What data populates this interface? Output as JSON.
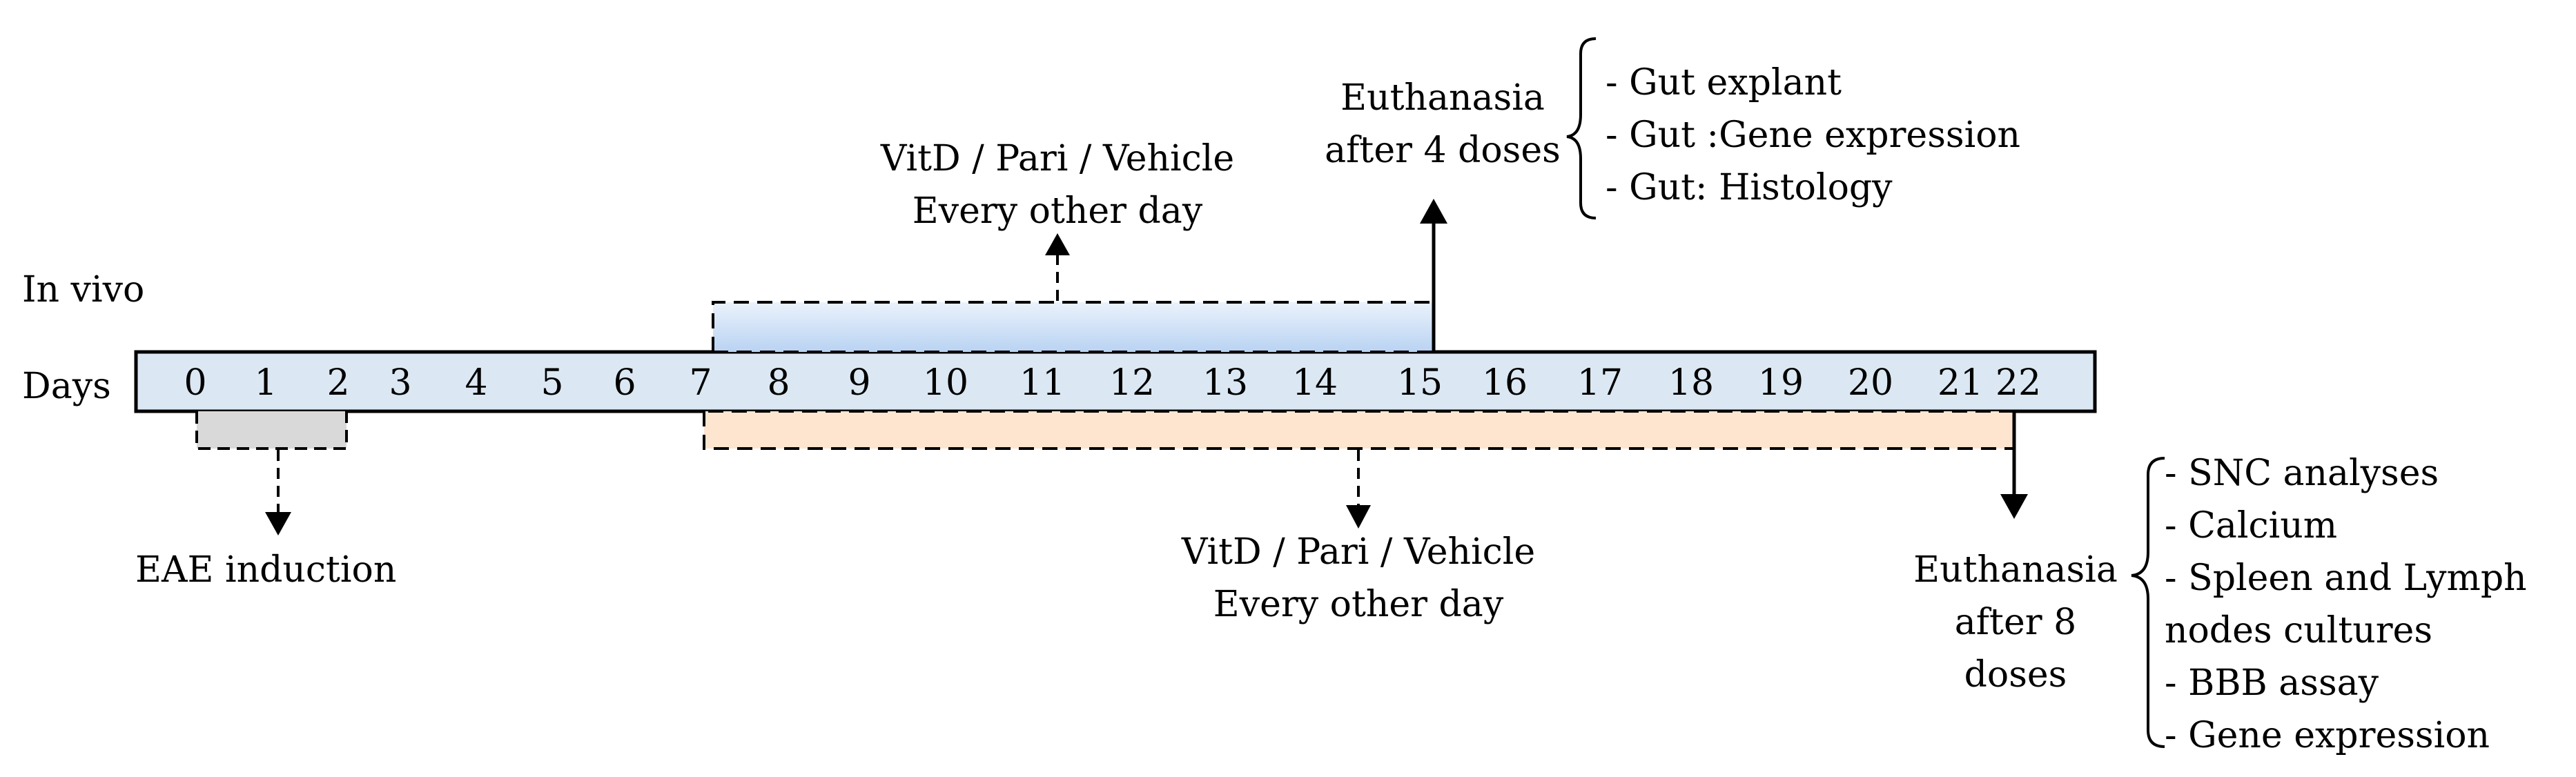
{
  "section_label": "In vivo",
  "axis_label": "Days",
  "days": [
    "0",
    "1",
    "2",
    "3",
    "4",
    "5",
    "6",
    "7",
    "8",
    "9",
    "10",
    "11",
    "12",
    "13",
    "14",
    "15",
    "16",
    "17",
    "18",
    "19",
    "20",
    "21",
    "22"
  ],
  "eae": {
    "label": "EAE induction"
  },
  "treatment_top": {
    "line1": "VitD / Pari / Vehicle",
    "line2": "Every other day"
  },
  "treatment_bottom": {
    "line1": "VitD / Pari / Vehicle",
    "line2": "Every other day"
  },
  "euthanasia_early": {
    "line1": "Euthanasia",
    "line2": "after 4 doses",
    "analyses": [
      "- Gut explant",
      "- Gut :Gene expression",
      "- Gut: Histology"
    ]
  },
  "euthanasia_late": {
    "line1": "Euthanasia",
    "line2": "after 8",
    "line3": "doses",
    "analyses": [
      "- SNC analyses",
      "- Calcium",
      "- Spleen and Lymph",
      "nodes cultures",
      "- BBB assay",
      "- Gene expression"
    ]
  },
  "colors": {
    "timeline_fill": "#dbe8f3",
    "top_band_fill_start": "#eaf2fc",
    "top_band_fill_end": "#b9d3f2",
    "bottom_band_fill": "#fde5d0",
    "eae_band_fill": "#d9d9d9",
    "stroke": "#000000"
  }
}
